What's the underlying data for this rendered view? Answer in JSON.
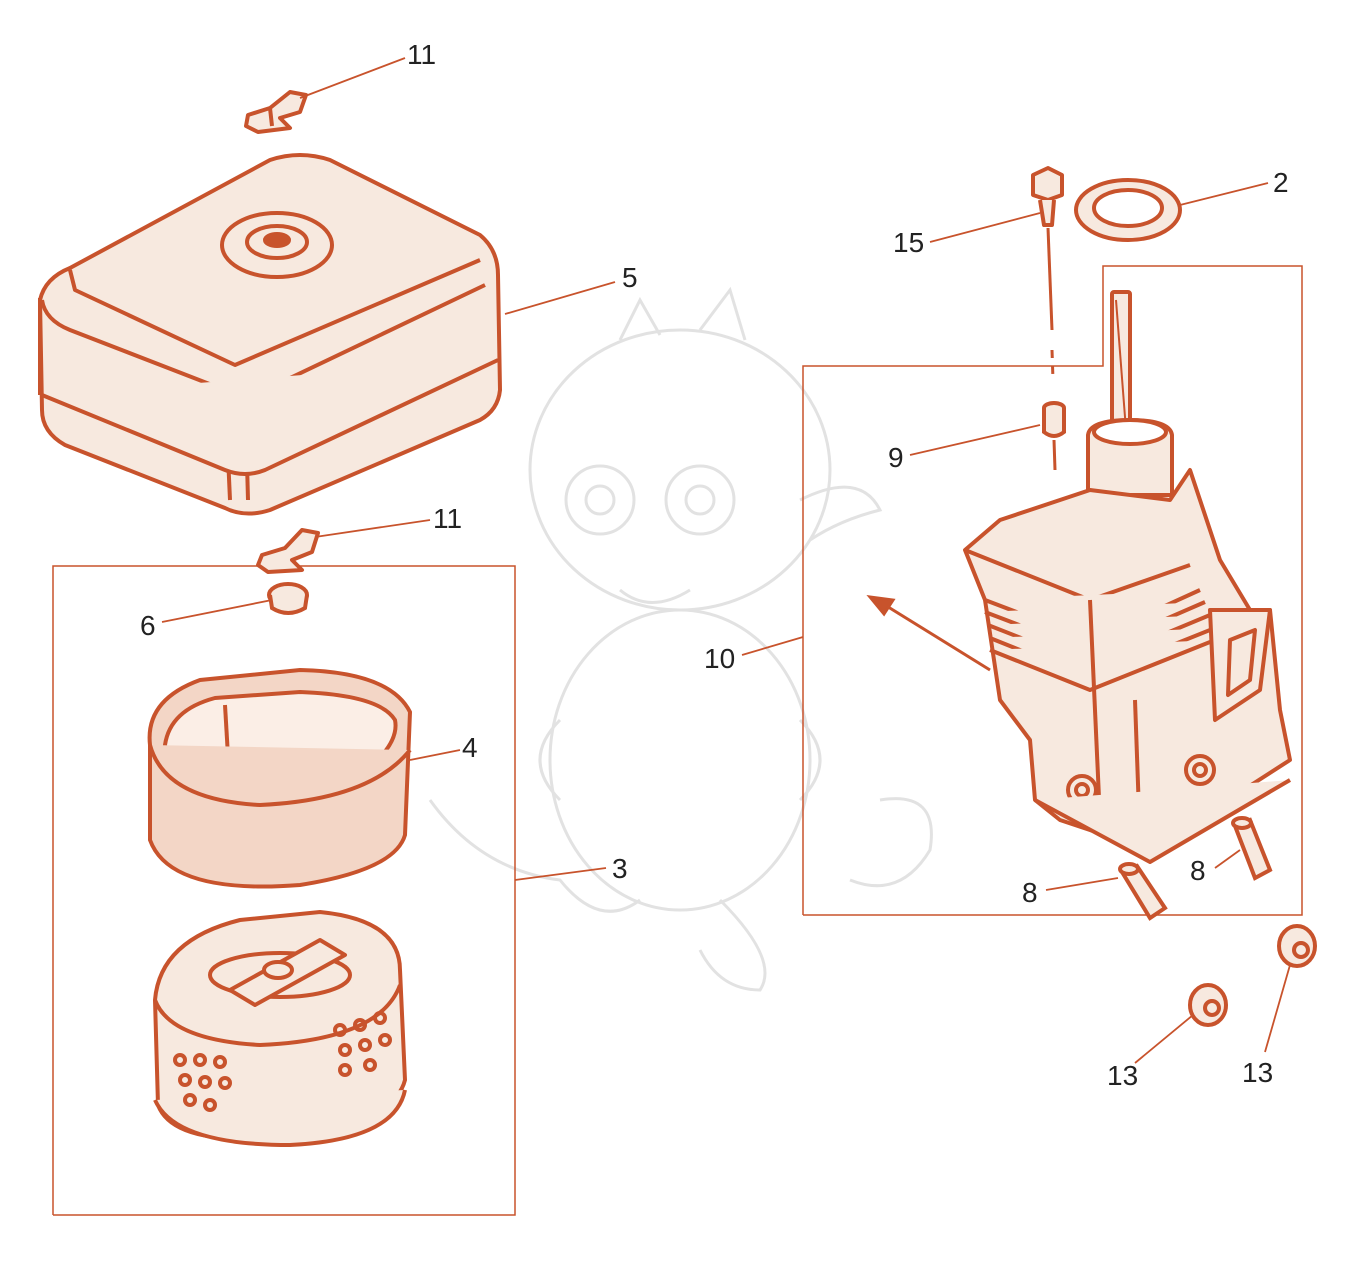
{
  "diagram": {
    "colors": {
      "ink": "#c8532c",
      "fill": "#f7e9df",
      "foam": "#f3d6c6",
      "watermark": "#e2e2e2",
      "text": "#222222",
      "leader": "#c8532c"
    },
    "callouts": {
      "c11_top": "11",
      "c5": "5",
      "c11_mid": "11",
      "c6": "6",
      "c4": "4",
      "c3": "3",
      "c2": "2",
      "c15": "15",
      "c9": "9",
      "c10": "10",
      "c8_left": "8",
      "c8_right": "8",
      "c13_left": "13",
      "c13_right": "13"
    },
    "parts": [
      "clip-icon",
      "air-filter-cover-icon",
      "wing-nut-icon",
      "foam-element-icon",
      "paper-element-icon",
      "gasket-icon",
      "bolt-icon",
      "collar-icon",
      "air-cleaner-base-icon",
      "dowel-icon",
      "nut-icon",
      "dragon-watermark-icon"
    ]
  }
}
